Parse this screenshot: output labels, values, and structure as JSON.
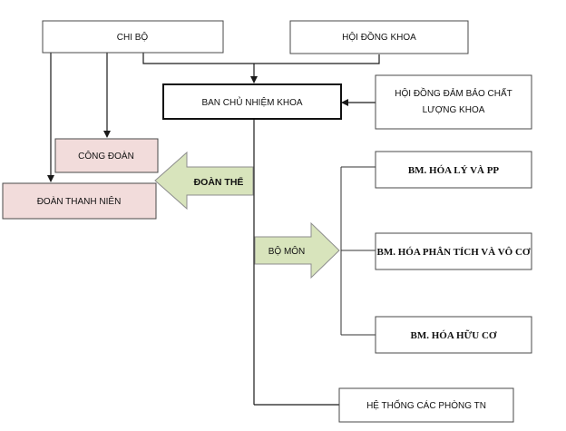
{
  "nodes": {
    "chi_bo": "CHI BỘ",
    "hoi_dong_khoa": "HỘI ĐỒNG KHOA",
    "ban_chu_nhiem": "BAN CHỦ NHIỆM KHOA",
    "hoi_dong_dbcl_line1": "HỘI ĐỒNG ĐẢM BẢO CHẤT",
    "hoi_dong_dbcl_line2": "LƯỢNG KHOA",
    "cong_doan": "CÔNG ĐOÀN",
    "doan_thanh_nien": "ĐOÀN THANH NIÊN",
    "bm_hoa_ly": "BM. HÓA LÝ VÀ PP",
    "bm_hoa_phan_tich": "BM. HÓA PHÂN TÍCH VÀ VÔ CƠ",
    "bm_hoa_huu_co": "BM. HÓA HỮU CƠ",
    "he_thong_phong_tn": "HỆ THỐNG CÁC PHÒNG TN"
  },
  "arrows": {
    "doan_the": "ĐOÀN THỂ",
    "bo_mon": "BỘ MÔN"
  },
  "colors": {
    "pink_fill": "#f2dcdb",
    "green_arrow": "#d8e4bc"
  }
}
